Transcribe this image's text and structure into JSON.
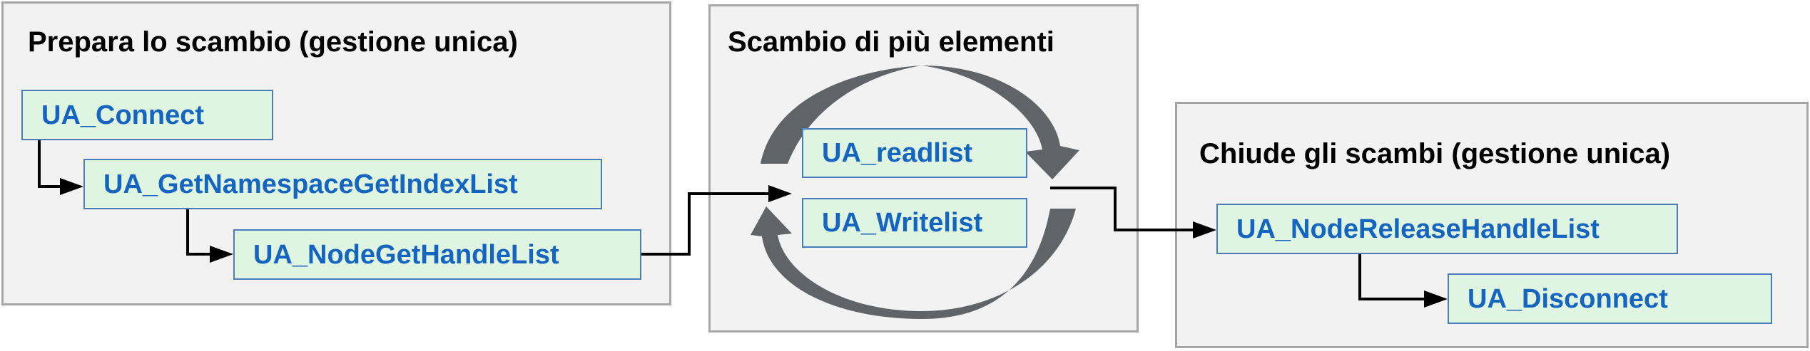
{
  "panels": {
    "prepare": {
      "title": "Prepara lo scambio (gestione unica)"
    },
    "exchange": {
      "title": "Scambio di più elementi"
    },
    "close": {
      "title": "Chiude gli scambi (gestione unica)"
    }
  },
  "nodes": {
    "connect": "UA_Connect",
    "get_namespace": "UA_GetNamespaceGetIndexList",
    "node_get_handle": "UA_NodeGetHandleList",
    "readlist": "UA_readlist",
    "writelist": "UA_Writelist",
    "node_release_handle": "UA_NodeReleaseHandleList",
    "disconnect": "UA_Disconnect"
  },
  "colors": {
    "panel_fill": "#f2f2f2",
    "panel_border": "#a6a6a6",
    "node_fill": "#dff5e1",
    "node_border": "#4a7ebb",
    "node_text": "#1565c0",
    "cycle_arrows": "#606368"
  }
}
